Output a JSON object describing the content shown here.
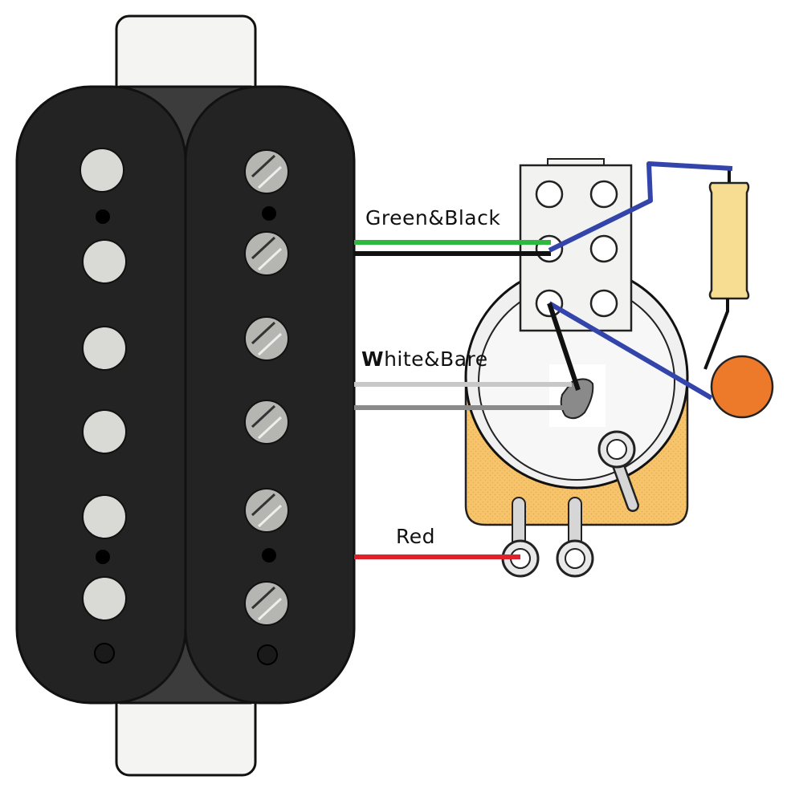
{
  "labels": {
    "green_black": "Green&Black",
    "white_bare_bold": "W",
    "white_bare_rest": "hite&Bare",
    "red": "Red"
  },
  "wires": [
    {
      "id": "green",
      "color": "#2db83f"
    },
    {
      "id": "black",
      "color": "#111111"
    },
    {
      "id": "white",
      "color": "#c8c8c8"
    },
    {
      "id": "bare",
      "color": "#8a8a8a"
    },
    {
      "id": "red",
      "color": "#e0202a"
    },
    {
      "id": "jumper",
      "color": "#3344aa"
    }
  ],
  "colors": {
    "pickup_body": "#222222",
    "pole_piece": "#d9d9d6",
    "baseplate": "#f4f4f2",
    "pot_body": "#f6c46a",
    "capacitor": "#ec7a2a",
    "resistor": "#f7dd92"
  },
  "icons": [
    "humbucker-pickup-icon",
    "push-pull-switch-icon",
    "potentiometer-icon",
    "resistor-icon",
    "capacitor-icon"
  ]
}
